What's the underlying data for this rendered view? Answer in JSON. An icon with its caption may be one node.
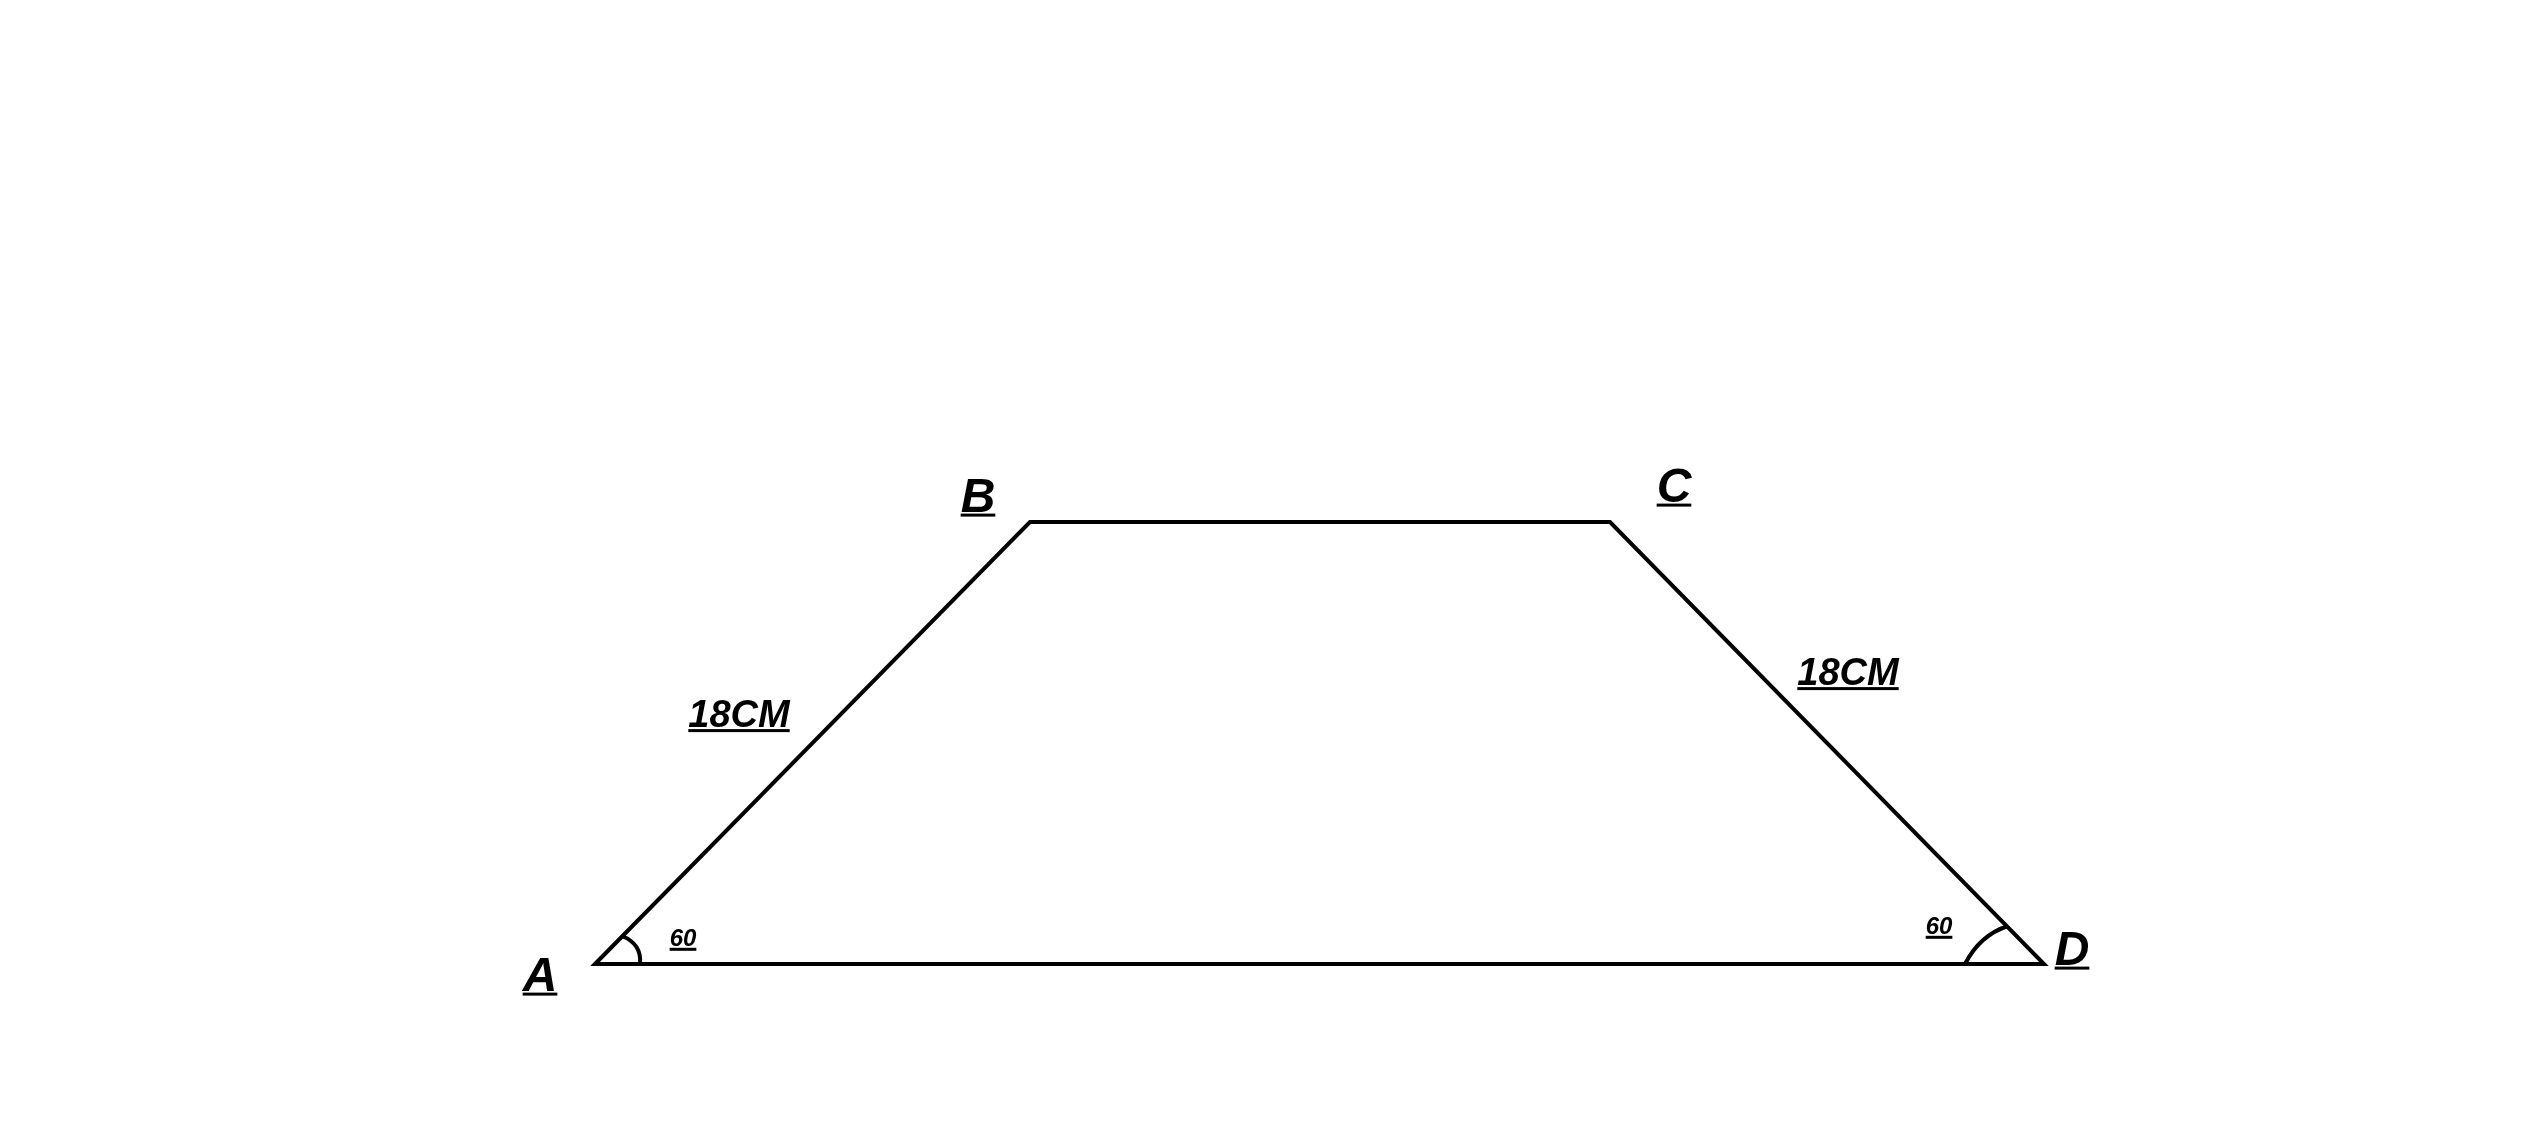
{
  "diagram": {
    "labels": [
      "B",
      "C",
      "18CM",
      "18CM",
      "60",
      "60",
      "D",
      "A"
    ]
  }
}
